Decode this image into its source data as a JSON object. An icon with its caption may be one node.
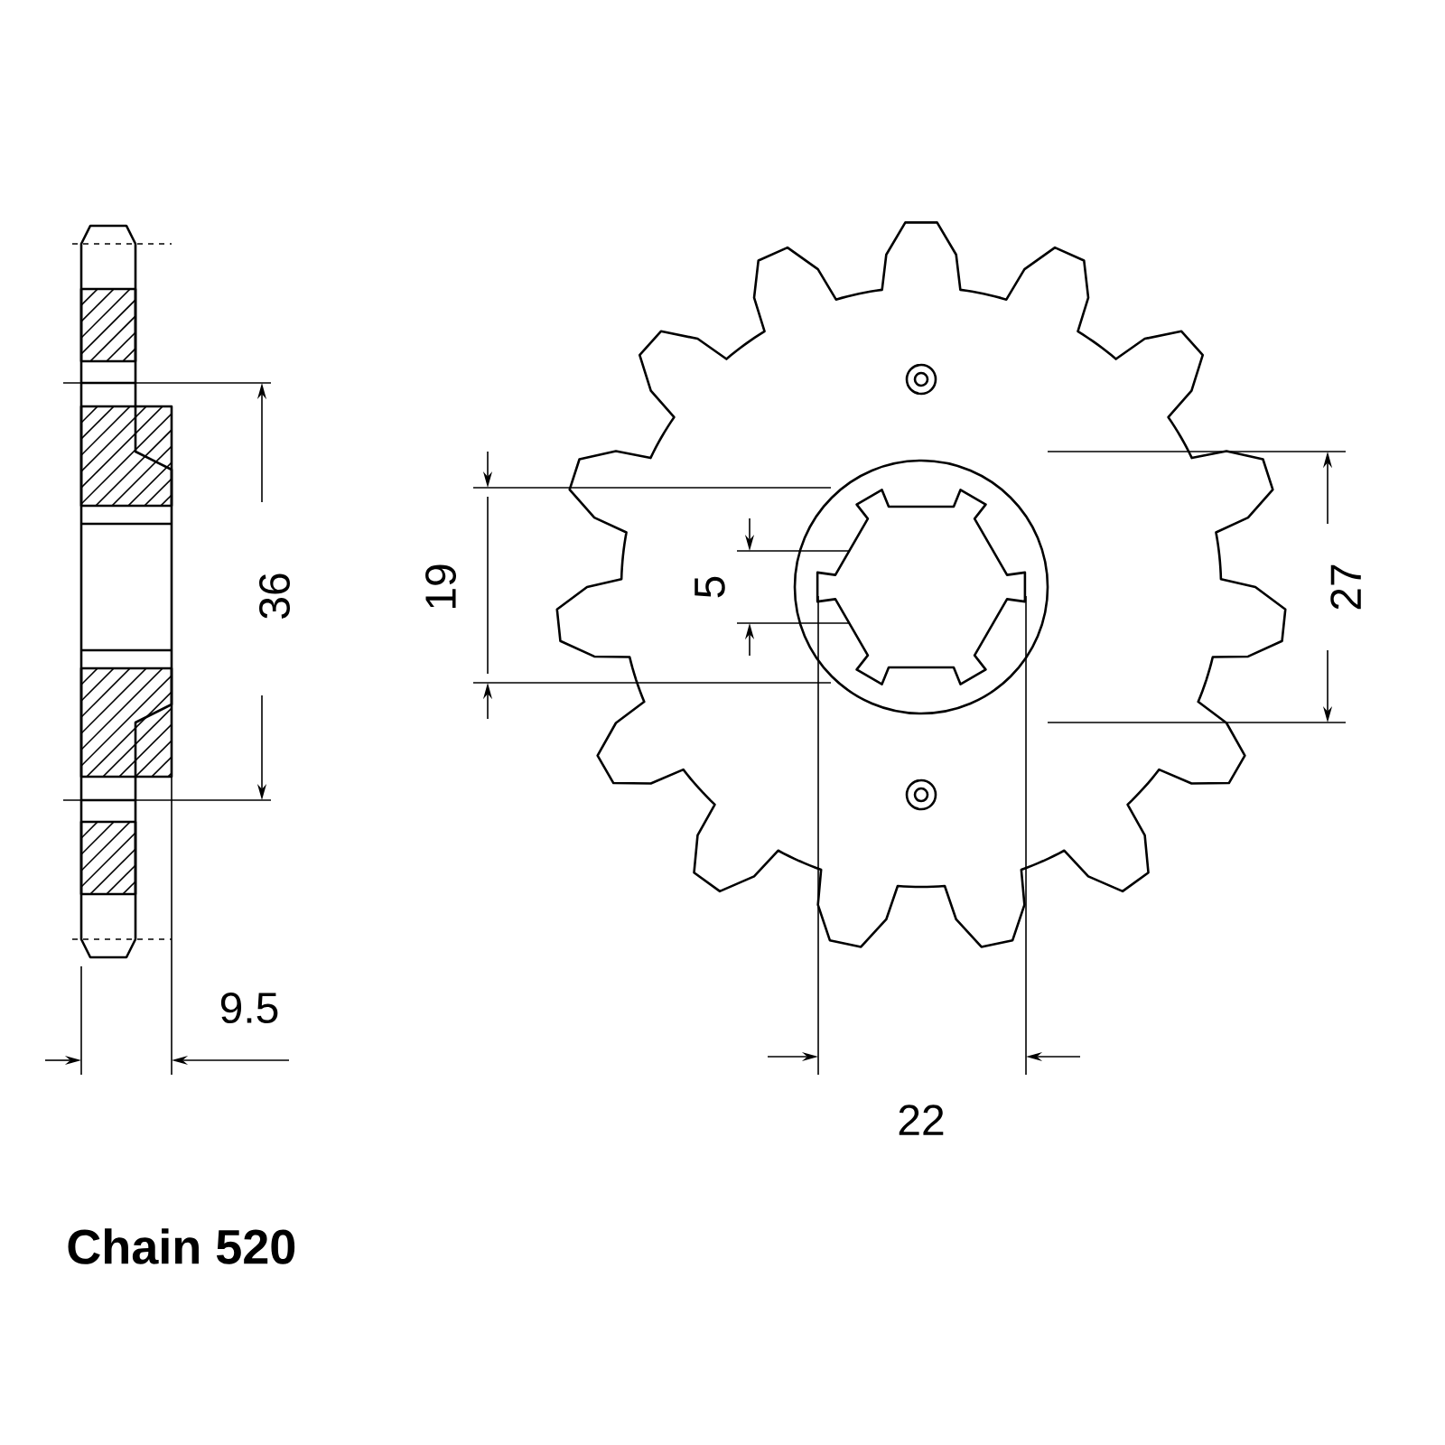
{
  "diagram": {
    "labels": [
      "36",
      "9.5",
      "19",
      "5",
      "27",
      "22",
      "Chain 520"
    ]
  }
}
